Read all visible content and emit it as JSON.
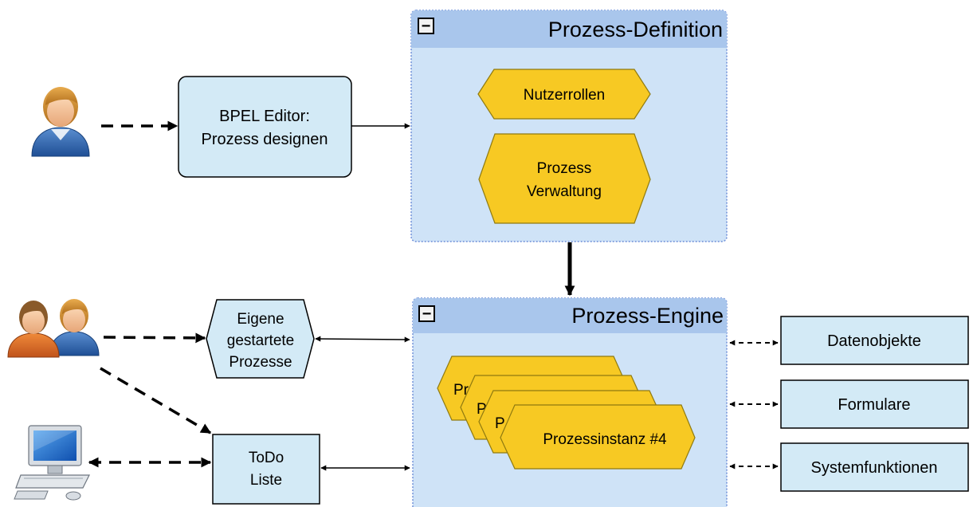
{
  "definition": {
    "title": "Prozess-Definition",
    "collapse_glyph": "−",
    "roles_label": "Nutzerrollen",
    "admin_line1": "Prozess",
    "admin_line2": "Verwaltung"
  },
  "editor": {
    "line1": "BPEL Editor:",
    "line2": "Prozess designen"
  },
  "engine": {
    "title": "Prozess-Engine",
    "collapse_glyph": "−",
    "instances": [
      {
        "label": "Pr"
      },
      {
        "label": "P"
      },
      {
        "label": "P"
      },
      {
        "label": "Prozessinstanz #4"
      }
    ]
  },
  "own_processes": {
    "line1": "Eigene",
    "line2": "gestartete",
    "line3": "Prozesse"
  },
  "todo": {
    "line1": "ToDo",
    "line2": "Liste"
  },
  "services": {
    "data_objects": "Datenobjekte",
    "forms": "Formulare",
    "system_functions": "Systemfunktionen"
  },
  "icons": {
    "designer": "single-user-icon",
    "users": "user-group-icon",
    "computer": "computer-icon"
  },
  "colors": {
    "container_fill": "#cfe3f7",
    "container_header": "#a9c6ec",
    "container_border": "#6f8fd8",
    "box_fill": "#d3eaf6",
    "hexagon_fill": "#f7c923",
    "hexagon_stroke": "#8f7a10"
  }
}
